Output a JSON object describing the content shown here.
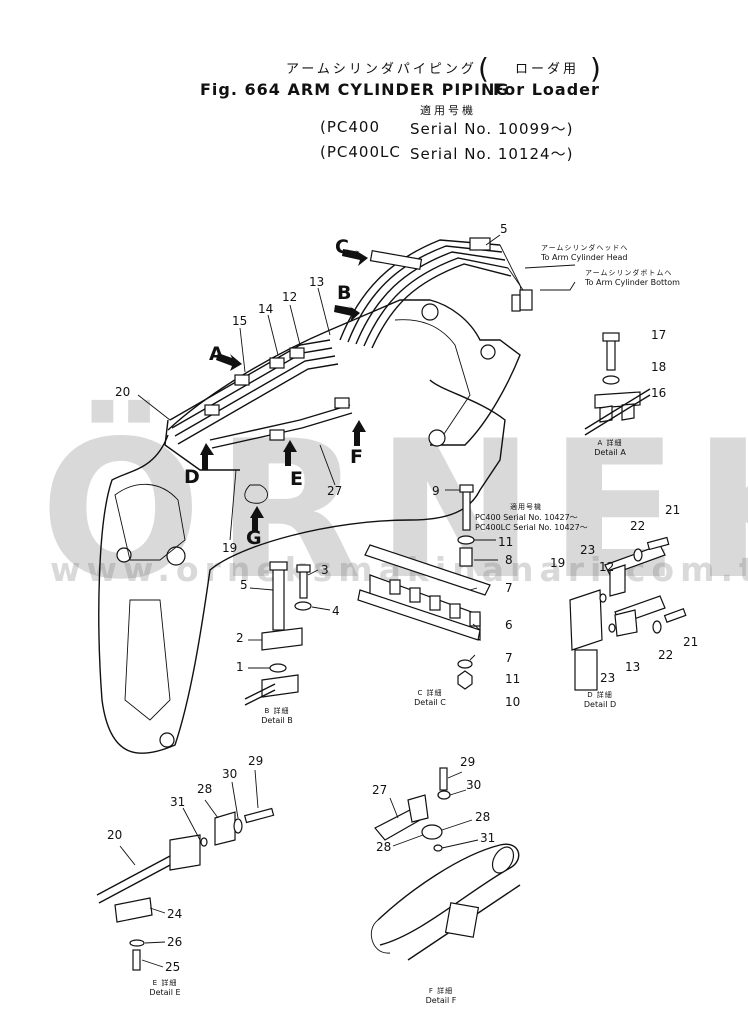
{
  "header": {
    "title_jp": "アームシリンダパイピング",
    "variant_jp": "ローダ用",
    "title_en": "Fig. 664 ARM CYLINDER PIPING",
    "variant_en": "For Loader",
    "applicable_jp": "適用号機",
    "serial_1_model": "PC400",
    "serial_1_text": "Serial No. 10099～",
    "serial_2_model": "PC400LC",
    "serial_2_text": "Serial No. 10124～"
  },
  "annotations": {
    "head_jp": "アームシリンダヘッドへ",
    "head_en": "To Arm Cylinder Head",
    "bottom_jp": "アームシリンダボトムへ",
    "bottom_en": "To Arm Cylinder Bottom",
    "serial_jp": "適用号機",
    "serial_a": "PC400      Serial No. 10427～",
    "serial_b": "PC400LC Serial No. 10427～"
  },
  "view_letters": [
    "A",
    "B",
    "C",
    "D",
    "E",
    "F",
    "G"
  ],
  "details": {
    "a_jp": "A 詳細",
    "a_en": "Detail A",
    "b_jp": "B 詳細",
    "b_en": "Detail B",
    "c_jp": "C 詳細",
    "c_en": "Detail C",
    "d_jp": "D 詳細",
    "d_en": "Detail D",
    "e_jp": "E 詳細",
    "e_en": "Detail E",
    "f_jp": "F 詳細",
    "f_en": "Detail F"
  },
  "callouts": {
    "n5": "5",
    "n13": "13",
    "n12": "12",
    "n14": "14",
    "n15": "15",
    "n20": "20",
    "n27": "27",
    "n19": "19",
    "n17": "17",
    "n18": "18",
    "n16": "16",
    "n9": "9",
    "n11": "11",
    "n8": "8",
    "n7a": "7",
    "n6": "6",
    "n7b": "7",
    "n11b": "11",
    "n10": "10",
    "n3": "3",
    "n5b": "5",
    "n4": "4",
    "n2": "2",
    "n1": "1",
    "n21a": "21",
    "n22a": "22",
    "n23a": "23",
    "n12b": "12",
    "n19b": "19",
    "n23b": "23",
    "n13b": "13",
    "n22b": "22",
    "n21b": "21",
    "n29a": "29",
    "n30a": "30",
    "n28a": "28",
    "n31a": "31",
    "n20b": "20",
    "n24": "24",
    "n26": "26",
    "n25": "25",
    "n29b": "29",
    "n30b": "30",
    "n27b": "27",
    "n28b": "28",
    "n28c": "28",
    "n31b": "31"
  },
  "watermark": {
    "brand": "ÖRNEK",
    "url": "www.orneksmakinanari.com.tr"
  }
}
